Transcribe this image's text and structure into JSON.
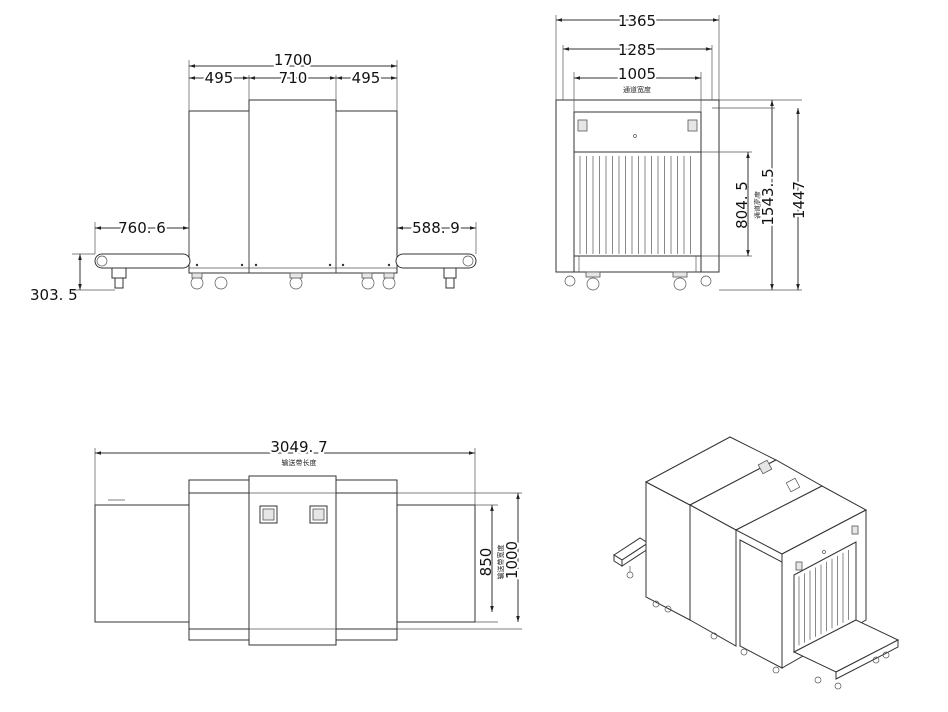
{
  "front_view": {
    "total_width": "1700",
    "left_section": "495",
    "center_section": "710",
    "right_section": "495",
    "left_conveyor": "760. 6",
    "right_conveyor": "588. 9",
    "conveyor_height": "303. 5"
  },
  "side_view": {
    "outer_width": "1365",
    "inner_width": "1285",
    "tunnel_width": "1005",
    "tunnel_width_note": "通道宽度",
    "tunnel_height": "804. 5",
    "tunnel_height_note": "通道高度",
    "inner_height": "1543. 5",
    "outer_height": "1447"
  },
  "top_view": {
    "total_length": "3049. 7",
    "total_length_note": "输送带长度",
    "belt_width": "850",
    "belt_width_note": "输送带宽度",
    "overall_width": "1000"
  }
}
